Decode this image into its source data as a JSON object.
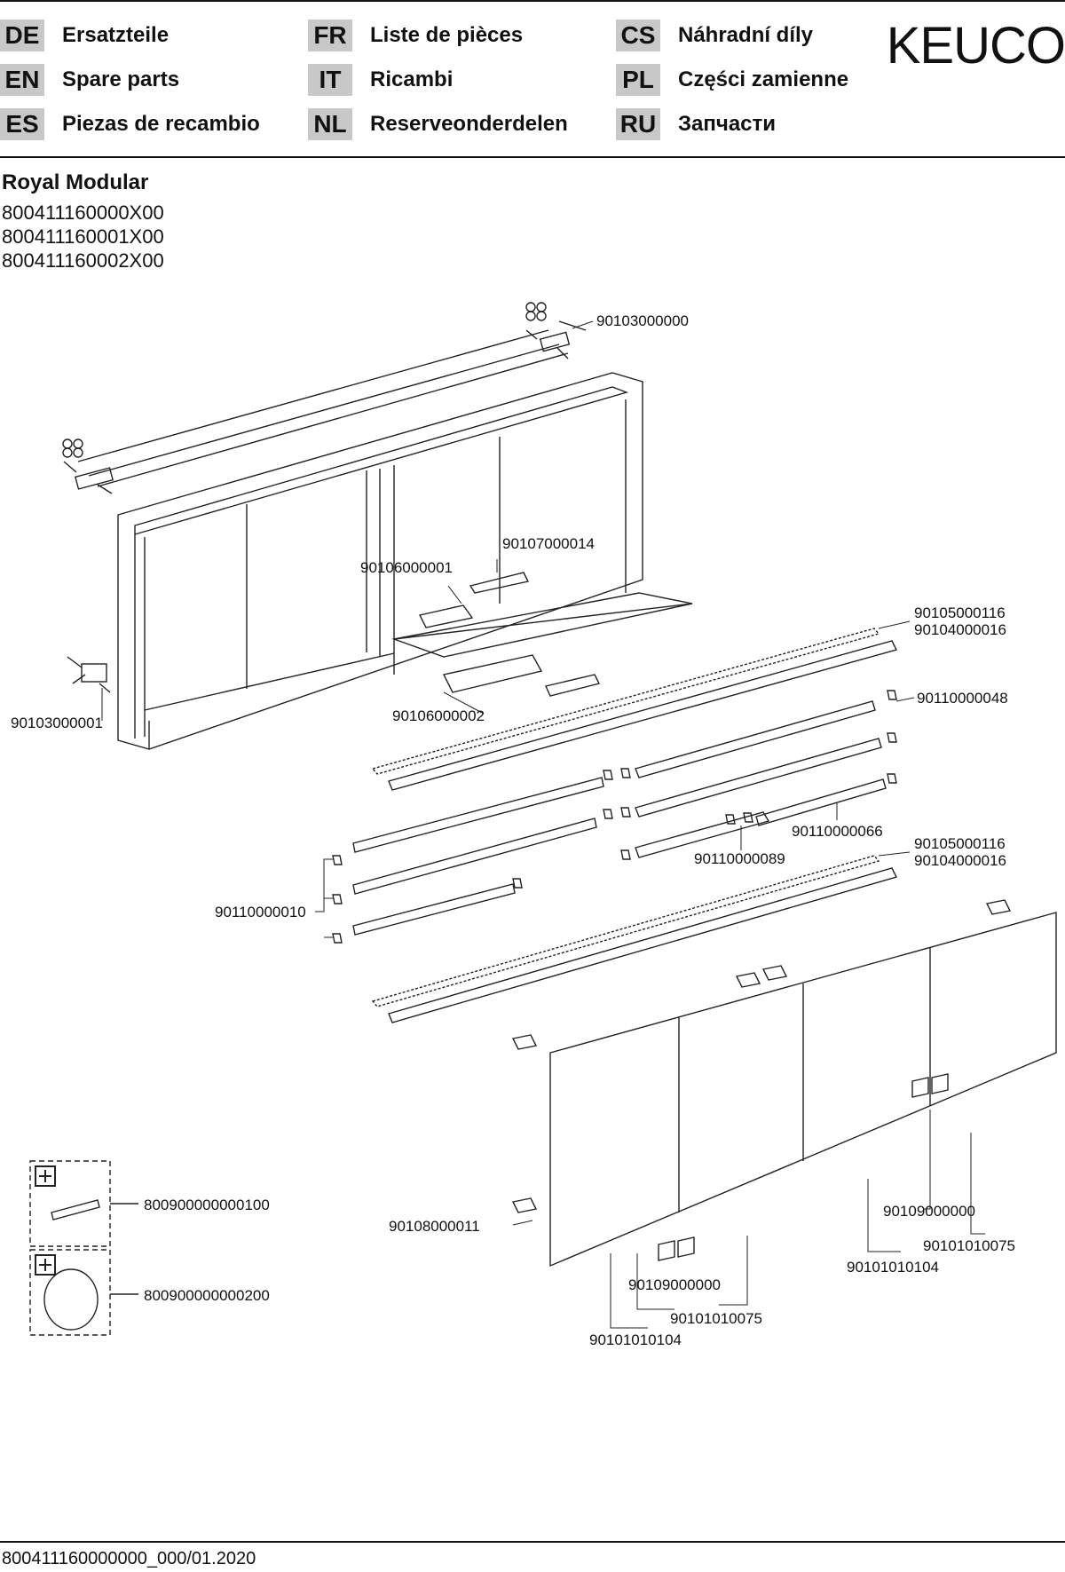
{
  "header": {
    "languages": [
      {
        "code": "DE",
        "label": "Ersatzteile"
      },
      {
        "code": "EN",
        "label": "Spare parts"
      },
      {
        "code": "ES",
        "label": "Piezas de recambio"
      },
      {
        "code": "FR",
        "label": "Liste de pièces"
      },
      {
        "code": "IT",
        "label": "Ricambi"
      },
      {
        "code": "NL",
        "label": "Reserveonderdelen"
      },
      {
        "code": "CS",
        "label": "Náhradní díly"
      },
      {
        "code": "PL",
        "label": "Części zamienne"
      },
      {
        "code": "RU",
        "label": "Запчасти"
      }
    ],
    "brand": "KEUCO"
  },
  "product": {
    "name": "Royal Modular",
    "article_numbers": [
      "800411160000X00",
      "800411160001X00",
      "800411160002X00"
    ]
  },
  "parts": [
    "90103000000",
    "90107000014",
    "90106000001",
    "90105000116",
    "90104000016",
    "90110000048",
    "90103000001",
    "90106000002",
    "90110000066",
    "90110000089",
    "90105000116",
    "90104000016",
    "90110000010",
    "800900000000100",
    "90108000011",
    "90109000000",
    "90101010075",
    "90101010104",
    "800900000000200",
    "90109000000",
    "90101010075",
    "90101010104"
  ],
  "footer": {
    "document_code": "800411160000000_000/01.2020"
  }
}
